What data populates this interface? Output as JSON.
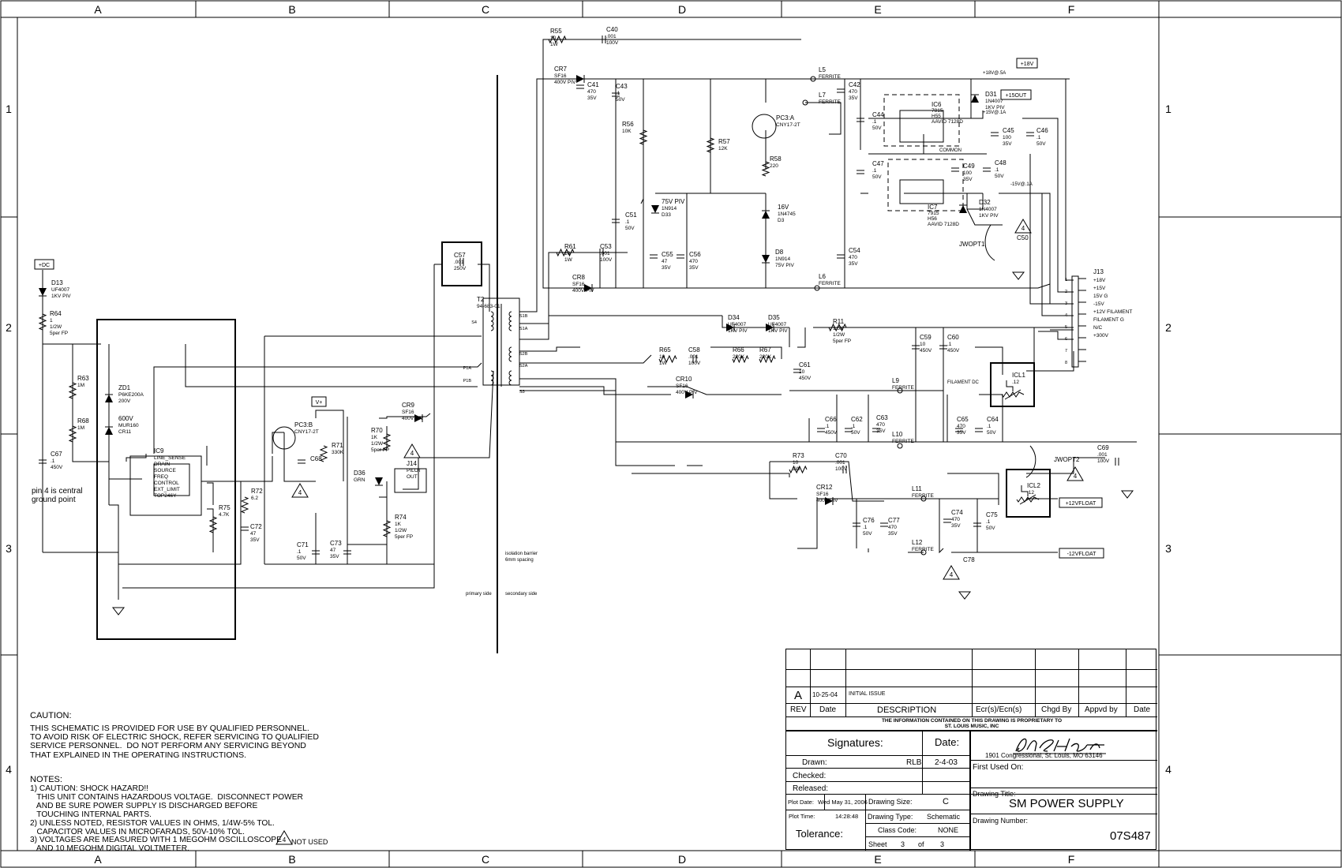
{
  "frame": {
    "columns": [
      "A",
      "B",
      "C",
      "D",
      "E",
      "F"
    ],
    "rows": [
      "1",
      "2",
      "3",
      "4"
    ]
  },
  "ports": {
    "dc_in": "+DC",
    "v_plus": "V+",
    "plus18": "+18V",
    "plus15out": "+15OUT",
    "plus12float": "+12VFLOAT",
    "minus12float": "-12VFLOAT"
  },
  "rails": {
    "r18": "+18V@.5A",
    "r15": "+15V@.1A",
    "rm15": "-15V@.1A",
    "common": "COMMON",
    "filament_dc": "FILAMENT DC"
  },
  "components": {
    "R55": [
      "R55",
      "10",
      "1W"
    ],
    "C40": [
      "C40",
      ".001",
      "100V"
    ],
    "CR7": [
      "CR7",
      "SF16",
      "400V PIV"
    ],
    "C41": [
      "C41",
      "470",
      "35V"
    ],
    "C43": [
      "C43",
      ".1",
      "50V"
    ],
    "R56": [
      "R56",
      "10K"
    ],
    "R57": [
      "R57",
      "12K"
    ],
    "PC3A": [
      "PC3:A",
      "CNY17-2T"
    ],
    "R58": [
      "R58",
      "220"
    ],
    "D3": [
      "16V",
      "1N4745",
      "D3"
    ],
    "D8": [
      "D8",
      "1N914",
      "75V PIV"
    ],
    "D33": [
      "75V PIV",
      "1N914",
      "D33"
    ],
    "C51": [
      "C51",
      ".1",
      "50V"
    ],
    "C55": [
      "C55",
      "47",
      "35V"
    ],
    "C56": [
      "C56",
      "470",
      "35V"
    ],
    "R61": [
      "R61",
      "10",
      "1W"
    ],
    "C53": [
      "C53",
      ".001",
      "100V"
    ],
    "CR8": [
      "CR8",
      "SF16",
      "400V PIV"
    ],
    "L5": [
      "L5",
      "FERRITE"
    ],
    "L7": [
      "L7",
      "FERRITE"
    ],
    "L6": [
      "L6",
      "FERRITE"
    ],
    "C42": [
      "C42",
      "470",
      "35V"
    ],
    "C44": [
      "C44",
      ".1",
      "50V"
    ],
    "C47": [
      "C47",
      ".1",
      "50V"
    ],
    "C54": [
      "C54",
      "470",
      "35V"
    ],
    "IC6": [
      "IC6",
      "7815",
      "H55",
      "AAVID 7128D"
    ],
    "IC7": [
      "IC7",
      "7915",
      "H56",
      "AAVID 7128D"
    ],
    "D31": [
      "D31",
      "1N4007",
      "1KV PIV"
    ],
    "D32": [
      "D32",
      "1N4007",
      "1KV PIV"
    ],
    "C45": [
      "C45",
      "100",
      "35V"
    ],
    "C46": [
      "C46",
      ".1",
      "50V"
    ],
    "C49": [
      "C49",
      "100",
      "35V"
    ],
    "C48": [
      "C48",
      ".1",
      "50V"
    ],
    "C50": [
      "C50"
    ],
    "JWOPT1": [
      "JWOPT1"
    ],
    "J13": [
      "J13",
      "+18V",
      "+15V",
      "15V G",
      "-15V",
      "+12V  FILAMENT",
      "FILAMENT G",
      "N/C",
      "+300V"
    ],
    "C57": [
      "C57",
      ".001",
      "250V"
    ],
    "T2": [
      "T2",
      "94-683-01"
    ],
    "D13": [
      "D13",
      "UF4007",
      "1KV PIV"
    ],
    "R64": [
      "R64",
      "1",
      "1/2W",
      "5per FP"
    ],
    "R63": [
      "R63",
      "1M"
    ],
    "R68": [
      "R68",
      "1M"
    ],
    "ZD1": [
      "ZD1",
      "P6KE200A",
      "200V"
    ],
    "CR11": [
      "600V",
      "MUR160",
      "CR11"
    ],
    "C67": [
      "C67",
      ".1",
      "450V"
    ],
    "IC9": [
      "IC9",
      "LINE_SENSE",
      "DRAIN",
      "SOURCE",
      "FREQ",
      "CONTROL",
      "EXT_LIMIT",
      "TOP246Y"
    ],
    "R72": [
      "R72",
      "6.2"
    ],
    "R75": [
      "R75",
      "4.7K"
    ],
    "C72": [
      "C72",
      "47",
      "35V"
    ],
    "PC3B": [
      "PC3:B",
      "CNY17-2T"
    ],
    "R71": [
      "R71",
      "330K"
    ],
    "C68": [
      "C68"
    ],
    "C71": [
      "C71",
      ".1",
      "50V"
    ],
    "C73": [
      "C73",
      "47",
      "35V"
    ],
    "CR9": [
      "CR9",
      "SF16",
      "400V PIV"
    ],
    "R70": [
      "R70",
      "1K",
      "1/2W",
      "5per FP"
    ],
    "D36": [
      "D36",
      "GRN"
    ],
    "R74": [
      "R74",
      "1K",
      "1/2W",
      "5per FP"
    ],
    "J14": [
      "J14",
      "PILOT",
      "OUT"
    ],
    "D34": [
      "D34",
      "UF4007",
      "1KV PIV"
    ],
    "D35": [
      "D35",
      "UF4007",
      "1KV PIV"
    ],
    "R11": [
      "R11",
      "1.5K",
      "1/2W",
      "5per FP"
    ],
    "R65": [
      "R65",
      "10",
      "1W"
    ],
    "C58": [
      "C58",
      ".001",
      "100V"
    ],
    "R66": [
      "R66",
      "220K"
    ],
    "R67": [
      "R67",
      "220K"
    ],
    "C61": [
      "C61",
      "10",
      "450V"
    ],
    "CR10": [
      "CR10",
      "SF16",
      "400V PIV"
    ],
    "C59": [
      "C59",
      "10",
      "450V"
    ],
    "C60": [
      "C60",
      ".1",
      "450V"
    ],
    "L9": [
      "L9",
      "FERRITE"
    ],
    "ICL1": [
      "ICL1",
      ".12"
    ],
    "C66": [
      "C66",
      ".1",
      "450V"
    ],
    "C62": [
      "C62",
      ".1",
      "50V"
    ],
    "C63": [
      "C63",
      "470",
      "35V"
    ],
    "L10": [
      "L10",
      "FERRITE"
    ],
    "C65": [
      "C65",
      "470",
      "35V"
    ],
    "C64": [
      "C64",
      ".1",
      "50V"
    ],
    "R73": [
      "R73",
      "10",
      "1W"
    ],
    "C70": [
      "C70",
      ".001",
      "100V"
    ],
    "CR12": [
      "CR12",
      "SF16",
      "400V PIV"
    ],
    "L11": [
      "L11",
      "FERRITE"
    ],
    "C76": [
      "C76",
      ".1",
      "50V"
    ],
    "C77": [
      "C77",
      "470",
      "35V"
    ],
    "C74": [
      "C74",
      "470",
      "35V"
    ],
    "C75": [
      "C75",
      ".1",
      "50V"
    ],
    "L12": [
      "L12",
      "FERRITE"
    ],
    "C78": [
      "C78"
    ],
    "ICL2": [
      "ICL2",
      ".12"
    ],
    "JWOPT2": [
      "JWOPT2"
    ],
    "C69": [
      "C69",
      ".001",
      "100V"
    ]
  },
  "winding_pins": [
    "S4",
    "P1A",
    "P1B",
    "S1B",
    "S1A",
    "S2B",
    "S2A",
    "S3"
  ],
  "flag_number": "4",
  "notes": {
    "pin4": "pin 4 is central\nground point",
    "isolation": "isolation barrier\n6mm spacing",
    "primary": "primary side",
    "secondary": "secondary side",
    "caution_title": "CAUTION:",
    "caution_body": "THIS SCHEMATIC IS PROVIDED FOR USE BY QUALIFIED PERSONNEL.\nTO AVOID RISK OF ELECTRIC SHOCK, REFER SERVICING TO QUALIFIED\nSERVICE PERSONNEL.  DO NOT PERFORM ANY SERVICING BEYOND\nTHAT EXPLAINED IN THE OPERATING INSTRUCTIONS.",
    "notes_title": "NOTES:",
    "notes_body": "1) CAUTION: SHOCK HAZARD!!\n   THIS UNIT CONTAINS HAZARDOUS VOLTAGE.  DISCONNECT POWER\n   AND BE SURE POWER SUPPLY IS DISCHARGED BEFORE\n   TOUCHING INTERNAL PARTS.\n2) UNLESS NOTED, RESISTOR VALUES IN OHMS, 1/4W-5% TOL.\n   CAPACITOR VALUES IN MICROFARADS, 50V-10% TOL.\n3) VOLTAGES ARE MEASURED WITH 1 MEGOHM OSCILLOSCOPE\n   AND 10 MEGOHM DIGITAL VOLTMETER.",
    "not_used": "NOT USED"
  },
  "title_block": {
    "rev_letter": "A",
    "rev_date": "10-25-04",
    "rev_desc": "INITIAL ISSUE",
    "headers": [
      "REV",
      "Date",
      "DESCRIPTION",
      "Ecr(s)/Ecn(s)",
      "Chgd By",
      "Appvd by",
      "Date"
    ],
    "proprietary": "THE INFORMATION CONTAINED ON THIS DRAWING IS PROPRIETARY TO\nST. LOUIS MUSIC, INC",
    "signatures": "Signatures:",
    "date_label": "Date:",
    "drawn_label": "Drawn:",
    "drawn_by": "RLB",
    "drawn_date": "2-4-03",
    "checked": "Checked:",
    "released": "Released:",
    "address": "1901 Congressional, St. Louis, MO 63146",
    "first_used": "First Used On:",
    "plot_date_label": "Plot Date:",
    "plot_date": "Wed May 31, 2006",
    "plot_time_label": "Plot Time:",
    "plot_time": "14:28:48",
    "drawing_size_label": "Drawing Size:",
    "drawing_size": "C",
    "drawing_type_label": "Drawing Type:",
    "drawing_type": "Schematic",
    "class_code_label": "Class Code:",
    "class_code": "NONE",
    "sheet_label": "Sheet",
    "sheet": "3",
    "of_label": "of",
    "sheet_total": "3",
    "tolerance": "Tolerance:",
    "drawing_title_label": "Drawing Title:",
    "drawing_title": "SM POWER SUPPLY",
    "drawing_number_label": "Drawing Number:",
    "drawing_number": "07S487"
  }
}
